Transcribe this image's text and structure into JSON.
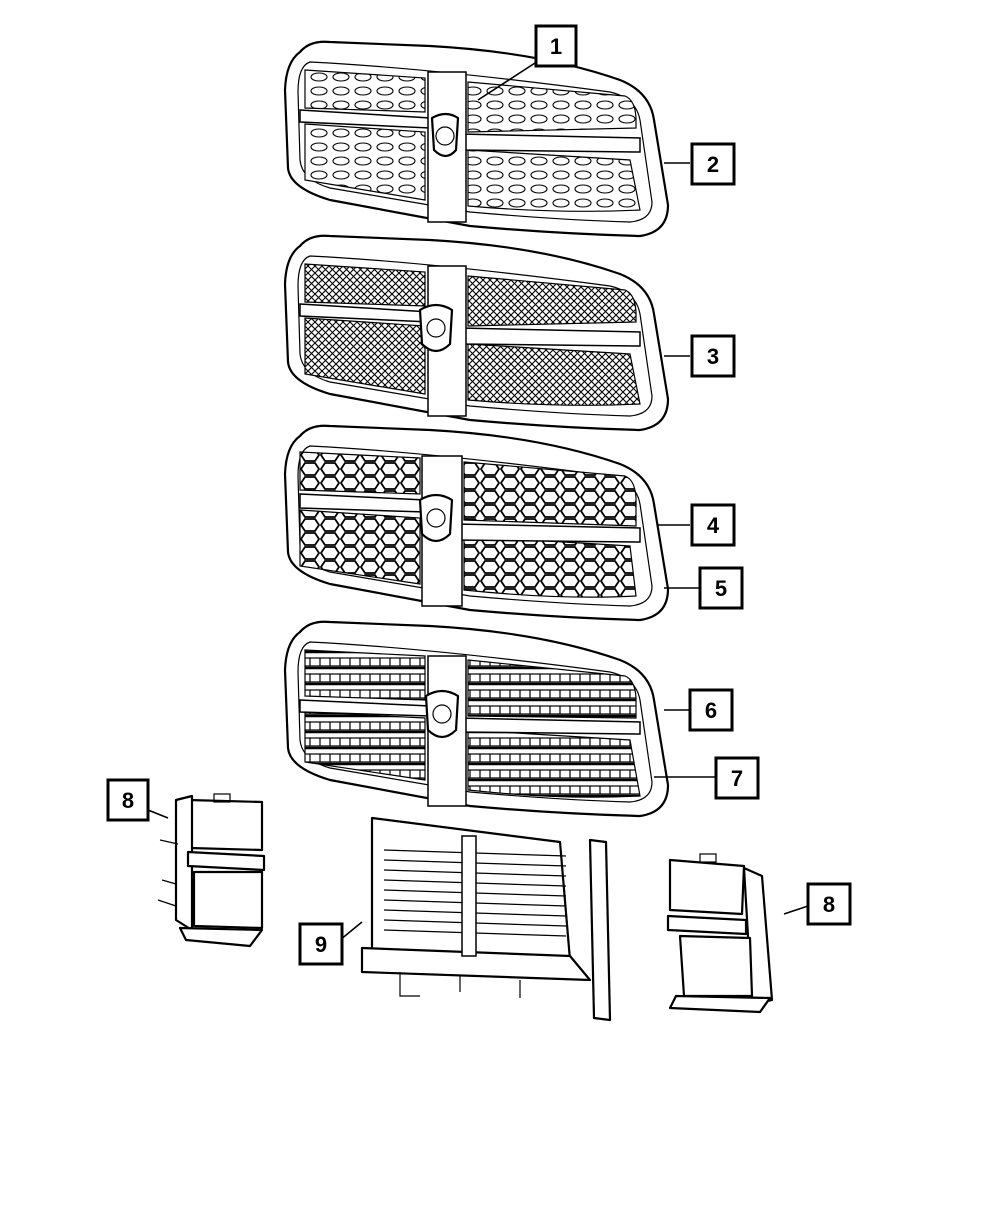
{
  "diagram": {
    "callouts": [
      "1",
      "2",
      "3",
      "4",
      "5",
      "6",
      "7",
      "8",
      "8",
      "9"
    ],
    "colors": {
      "line": "#000000",
      "background": "#ffffff"
    }
  }
}
